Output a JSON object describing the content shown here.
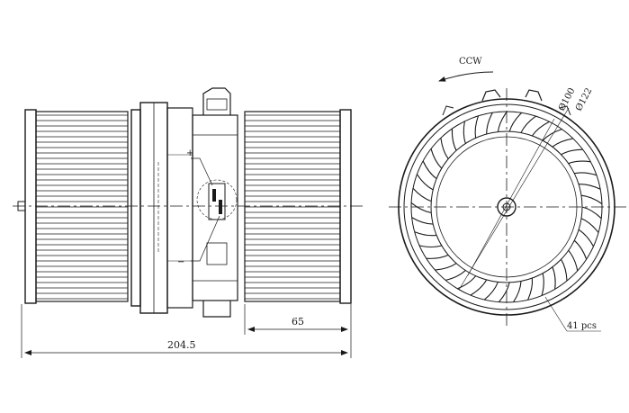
{
  "labels": {
    "rotation": "CCW",
    "inner_diameter": "Ø100",
    "outer_diameter": "Ø122",
    "wheel_width": "65",
    "total_length": "204.5",
    "blade_count": "41 pcs",
    "terminal_plus": "+",
    "terminal_minus": "−"
  },
  "colors": {
    "line": "#1a1a1a",
    "background": "#ffffff"
  },
  "wheel": {
    "blade_count": 41
  }
}
